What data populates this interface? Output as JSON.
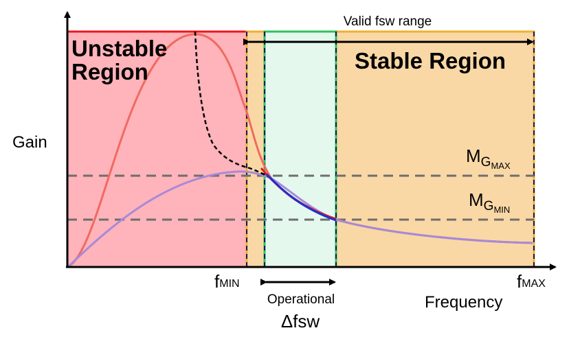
{
  "labels": {
    "y_axis": "Gain",
    "x_axis": "Frequency",
    "unstable_line1": "Unstable",
    "unstable_line2": "Region",
    "stable": "Stable Region",
    "valid_range": "Valid fsw range",
    "f_min_base": "f",
    "f_min_sub": "MIN",
    "f_max_base": "f",
    "f_max_sub": "MAX",
    "mg_max_base": "M",
    "mg_max_sub": "G",
    "mg_max_subsub": "MAX",
    "mg_min_base": "M",
    "mg_min_sub": "G",
    "mg_min_subsub": "MIN",
    "operational": "Operational",
    "delta_fsw": "Δfsw"
  },
  "colors": {
    "unstable_fill": "#ffb3ba",
    "unstable_border": "#e8171f",
    "stable_fill": "#f9d8a6",
    "stable_border": "#f0b030",
    "operational_fill": "#e4f8ee",
    "operational_border": "#2ec25a",
    "curve_high_q": "#f06a60",
    "curve_low_q": "#a78ad8",
    "curve_envelope": "#000000",
    "curve_red": "#e8171f",
    "curve_blue": "#1c2fd6",
    "threshold": "#6e6e6e"
  }
}
